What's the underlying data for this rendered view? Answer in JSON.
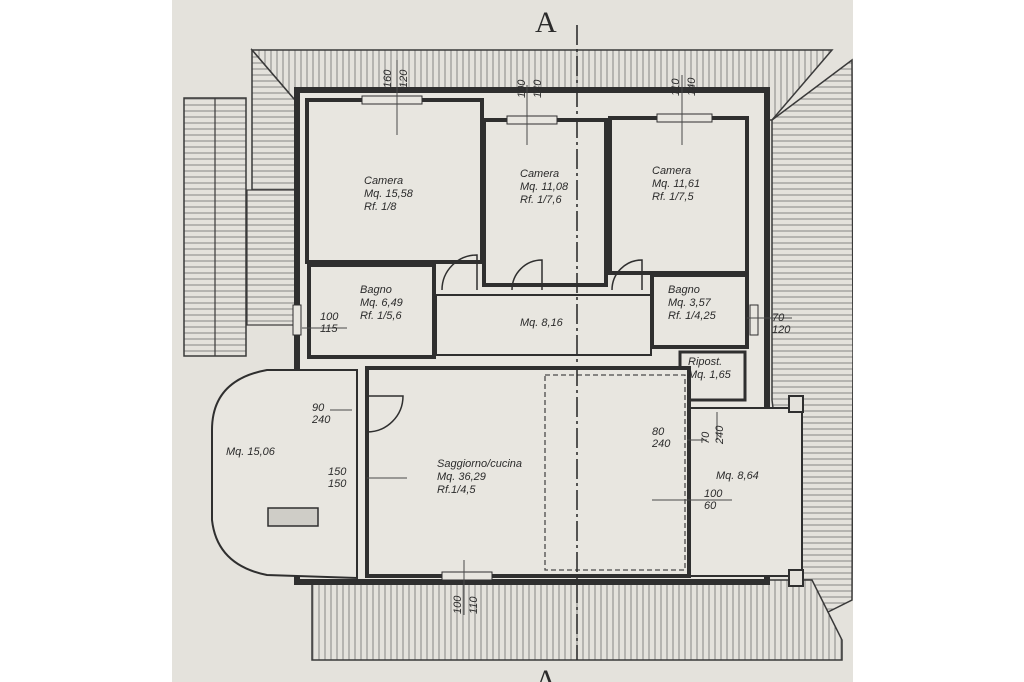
{
  "section_marks": {
    "top": "A",
    "bottom": "A"
  },
  "rooms": [
    {
      "name": "Camera",
      "area": "Mq. 15,58",
      "ratio": "Rf. 1/8"
    },
    {
      "name": "Camera",
      "area": "Mq. 11,08",
      "ratio": "Rf. 1/7,6"
    },
    {
      "name": "Camera",
      "area": "Mq. 11,61",
      "ratio": "Rf. 1/7,5"
    },
    {
      "name": "Bagno",
      "area": "Mq. 6,49",
      "ratio": "Rf. 1/5,6"
    },
    {
      "name": "",
      "area": "Mq. 8,16",
      "ratio": ""
    },
    {
      "name": "Bagno",
      "area": "Mq. 3,57",
      "ratio": "Rf. 1/4,25"
    },
    {
      "name": "Ripost.",
      "area": "Mq. 1,65",
      "ratio": ""
    },
    {
      "name": "Saggiorno/cucina",
      "area": "Mq. 36,29",
      "ratio": "Rf.1/4,5"
    },
    {
      "name": "",
      "area": "Mq. 15,06",
      "ratio": ""
    },
    {
      "name": "",
      "area": "Mq. 8,64",
      "ratio": ""
    }
  ],
  "dimensions": {
    "cam1_window": [
      "160",
      "120"
    ],
    "cam2_window": [
      "100",
      "140"
    ],
    "cam3_window": [
      "110",
      "140"
    ],
    "bagno1_window": [
      "100",
      "115"
    ],
    "bagno2_window": [
      "70",
      "120"
    ],
    "entrance_door": [
      "90",
      "240"
    ],
    "west_door": [
      "150",
      "150"
    ],
    "east_door": [
      "80",
      "240"
    ],
    "terrace_door": [
      "70",
      "240"
    ],
    "terrace_window": [
      "100",
      "60"
    ],
    "south_window": [
      "100",
      "110"
    ]
  }
}
